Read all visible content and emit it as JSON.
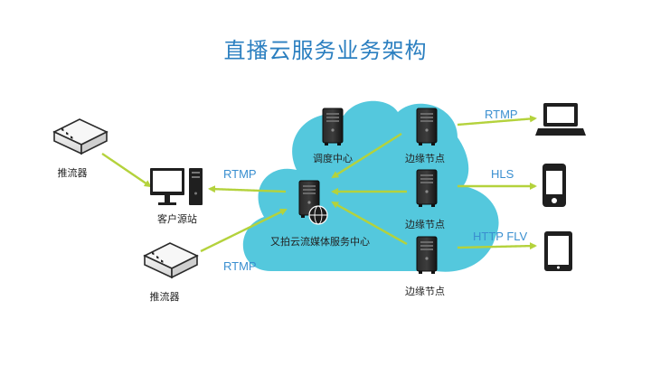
{
  "title": "直播云服务业务架构",
  "nodes": {
    "pusher_top": "推流器",
    "pusher_bottom": "推流器",
    "client": "客户源站",
    "dispatch": "调度中心",
    "media": "又拍云流媒体服务中心",
    "edge1": "边缘节点",
    "edge2": "边缘节点",
    "edge3": "边缘节点"
  },
  "protocols": {
    "left_top": "RTMP",
    "left_bottom": "RTMP",
    "right_top": "RTMP",
    "right_middle": "HLS",
    "right_bottom": "HTTP FLV"
  },
  "icons": {
    "encoder": "encoder-box-icon",
    "server": "server-tower-icon",
    "desktop": "desktop-computer-icon",
    "laptop": "laptop-icon",
    "phone": "smartphone-icon",
    "tablet": "tablet-icon",
    "globe": "globe-icon"
  },
  "colors": {
    "cloud": "#54c8dd",
    "arrow": "#b4d23c",
    "title": "#2b7fc0",
    "protocol": "#3a8fd0",
    "device": "#1f1f1f"
  }
}
